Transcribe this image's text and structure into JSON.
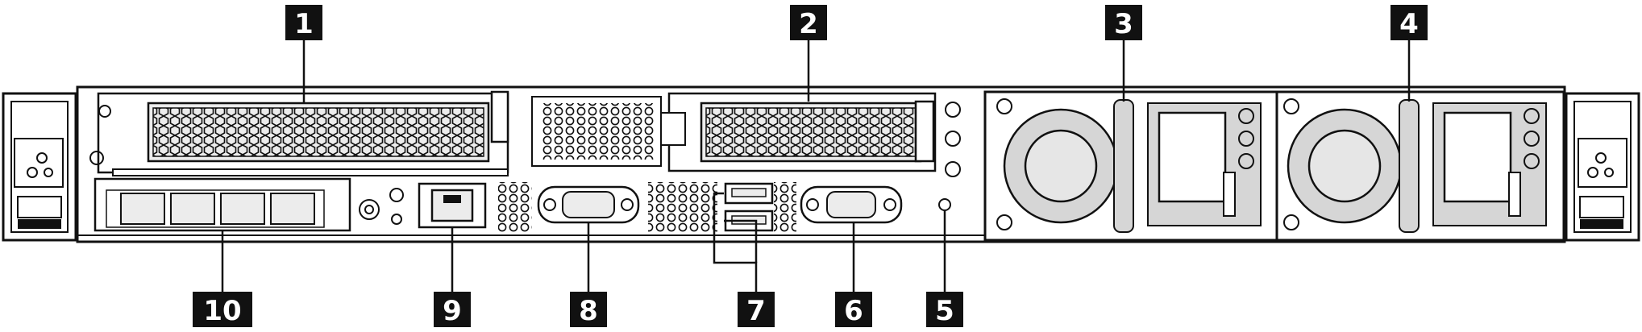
{
  "callouts": [
    {
      "id": "c1",
      "label": "1"
    },
    {
      "id": "c2",
      "label": "2"
    },
    {
      "id": "c3",
      "label": "3"
    },
    {
      "id": "c4",
      "label": "4"
    },
    {
      "id": "c5",
      "label": "5"
    },
    {
      "id": "c6",
      "label": "6"
    },
    {
      "id": "c7",
      "label": "7"
    },
    {
      "id": "c8",
      "label": "8"
    },
    {
      "id": "c9",
      "label": "9"
    },
    {
      "id": "c10",
      "label": "10"
    }
  ],
  "colors": {
    "line": "#111111",
    "panel_fill": "#ffffff",
    "slot_fill": "#ececec",
    "psu_fill": "#d6d6d6",
    "fan_fill": "#e6e6e6",
    "callout_fill": "#111111"
  }
}
